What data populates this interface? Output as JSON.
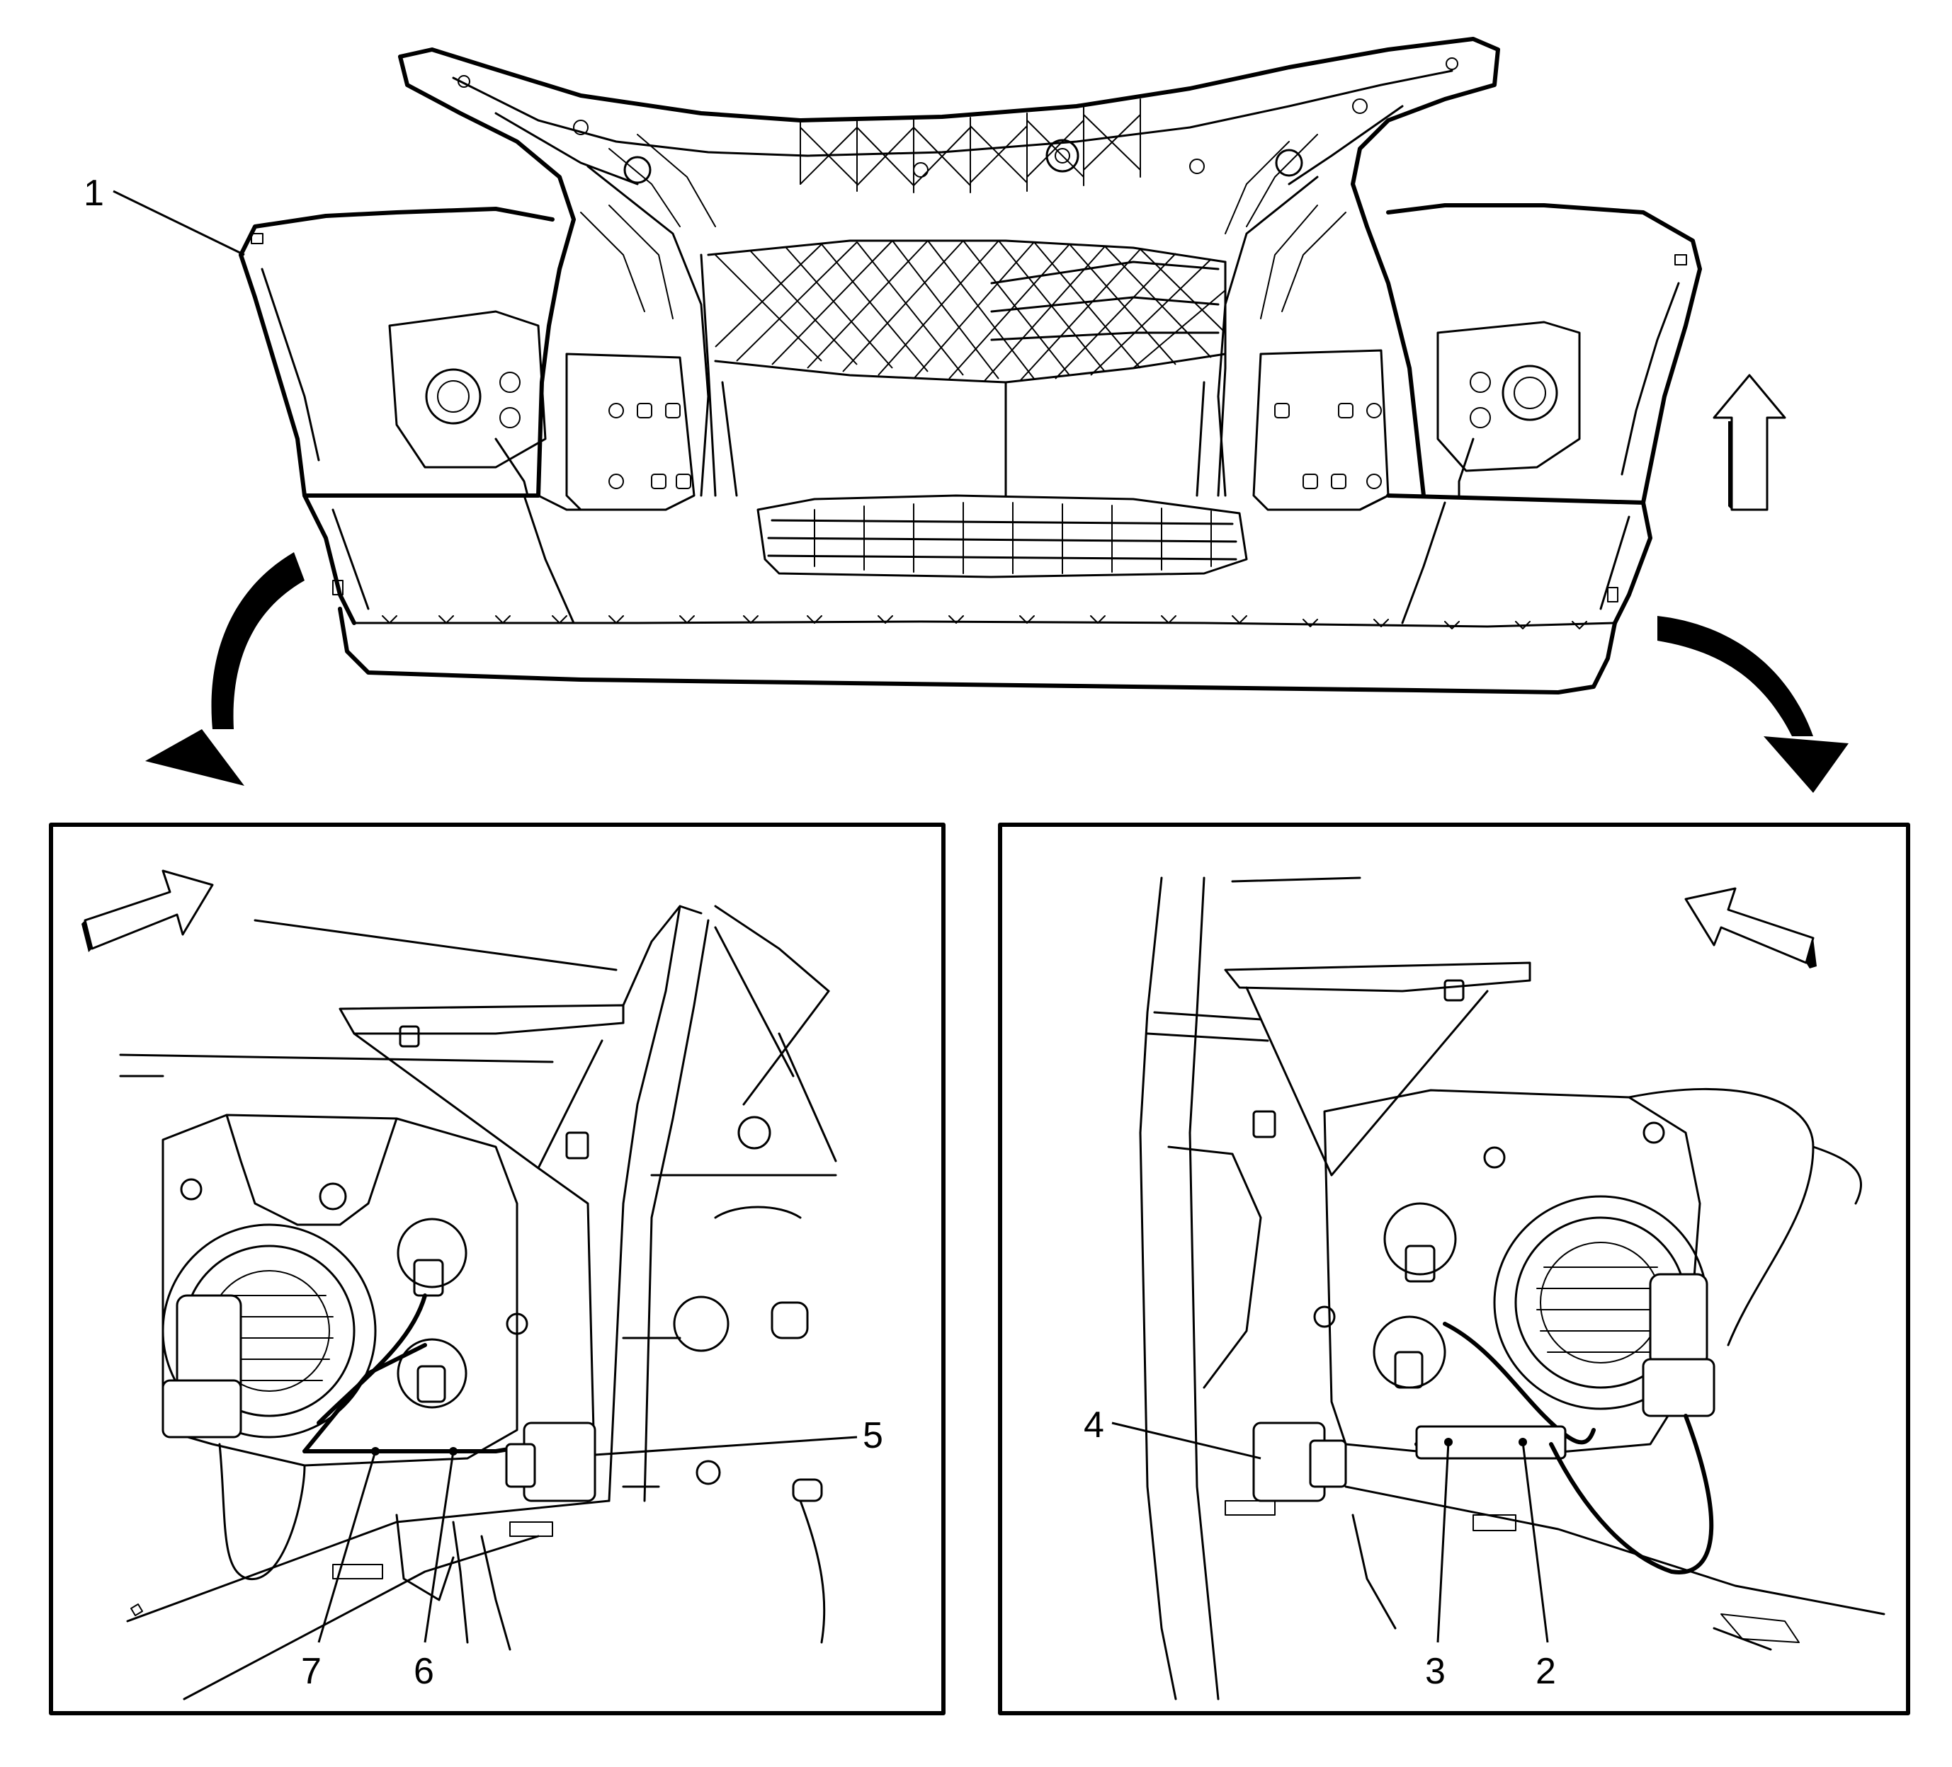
{
  "figure": {
    "subject": "front-bumper-fascia-fog-lamp-wiring",
    "callouts": [
      "1",
      "2",
      "3",
      "4",
      "5",
      "6",
      "7"
    ]
  },
  "icons": {
    "up_arrow": "outline-up-arrow-icon",
    "curved_arrows": "black-curved-arrow-icon",
    "direction_arrows": "outline-diagonal-arrow-icon"
  }
}
